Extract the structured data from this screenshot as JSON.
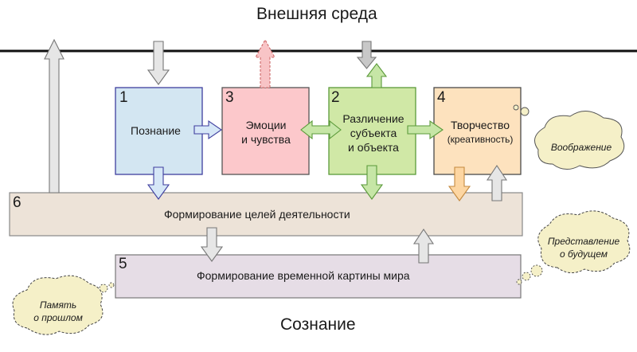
{
  "diagram": {
    "top_label": "Внешняя среда",
    "bottom_label": "Сознание",
    "boxes": {
      "poznanie": {
        "num": "1",
        "text": "Познание"
      },
      "emocii": {
        "num": "3",
        "line1": "Эмоции",
        "line2": "и чувства"
      },
      "razlichenie": {
        "num": "2",
        "line1": "Различение",
        "line2": "субъекта",
        "line3": "и объекта"
      },
      "tvorchestvo": {
        "num": "4",
        "line1": "Творчество",
        "line2": "(креативность)"
      },
      "celi": {
        "num": "6",
        "text": "Формирование целей деятельности"
      },
      "kartina": {
        "num": "5",
        "text": "Формирование временной картины мира"
      }
    },
    "clouds": {
      "voobrazhenie": "Воображение",
      "budushee_line1": "Представление",
      "budushee_line2": "о будущем",
      "proshloe_line1": "Память",
      "proshloe_line2": "о прошлом"
    },
    "colors": {
      "blue_fill": "#d3e6f2",
      "blue_stroke": "#3f3f9f",
      "pink_fill": "#fcc8cb",
      "pink_stroke": "#555555",
      "green_fill": "#d0e8a6",
      "green_stroke": "#5b9a3a",
      "orange_fill": "#fde2be",
      "orange_stroke": "#4a4a4a",
      "tan_fill": "#ede3d8",
      "lilac_fill": "#e6dde6",
      "cloud_fill": "#f5f0c8",
      "arrow_gray": "#e6e6e6",
      "arrow_blue": "#d6e7f7",
      "arrow_green": "#c6e6a6",
      "arrow_orange": "#fdd6a2",
      "arrow_pink": "#f8c4c6"
    }
  }
}
